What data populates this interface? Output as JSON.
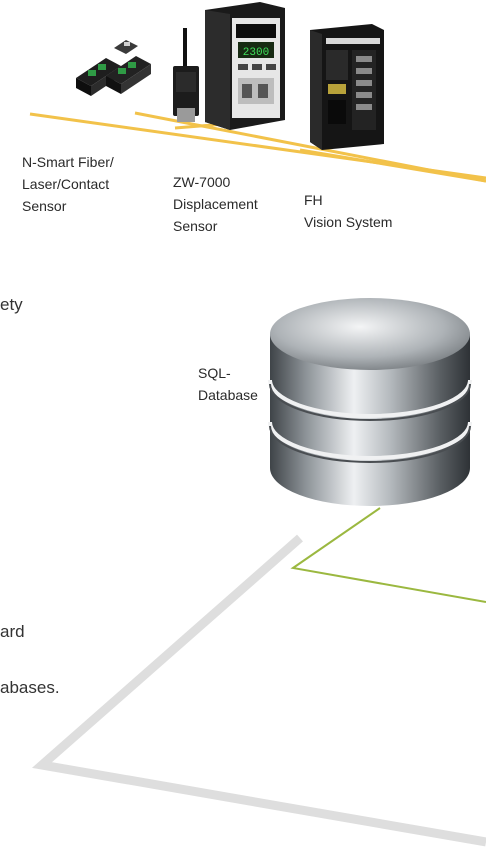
{
  "devices": {
    "nsmart": {
      "label_lines": [
        "N-Smart Fiber/",
        "Laser/Contact",
        "Sensor"
      ]
    },
    "zw7000": {
      "label_lines": [
        "ZW-7000",
        "Displacement",
        "Sensor"
      ],
      "display_text": "2300"
    },
    "fh": {
      "label_lines": [
        "FH",
        "Vision System"
      ]
    }
  },
  "database": {
    "label_lines": [
      "SQL-",
      "Database"
    ]
  },
  "body_text_fragments": [
    "ety",
    "ard",
    "abases."
  ],
  "colors": {
    "bus_line": "#f2c24a",
    "db_link": "#9bb840",
    "frame": "#d9d9d9"
  }
}
